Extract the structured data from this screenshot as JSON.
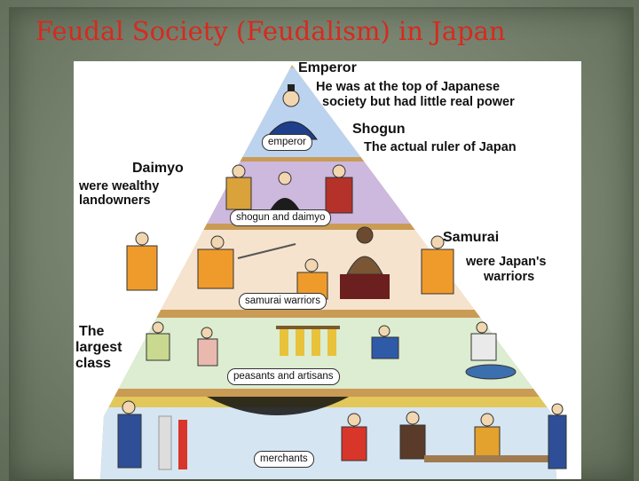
{
  "slide": {
    "title": "Feudal Society (Feudalism) in Japan"
  },
  "pyramid": {
    "tiers": [
      {
        "id": "emperor",
        "title": "Emperor",
        "description_lines": [
          "He was at the top of Japanese",
          "society but had little real power"
        ],
        "badge": "emperor",
        "color": "#bcd3ef"
      },
      {
        "id": "shogun",
        "title": "Shogun",
        "description_lines": [
          "The actual ruler of Japan"
        ]
      },
      {
        "id": "daimyo",
        "title": "Daimyo",
        "description_lines": [
          "were wealthy",
          "landowners"
        ],
        "badge": "shogun and daimyo",
        "color": "#cdb8de"
      },
      {
        "id": "samurai",
        "title": "Samurai",
        "description_lines": [
          "were Japan's",
          "warriors"
        ],
        "badge": "samurai warriors",
        "color": "#f6e3ce"
      },
      {
        "id": "peasants",
        "title": "",
        "description_lines": [
          "The",
          "largest",
          "class"
        ],
        "badge": "peasants and artisans",
        "color": "#dcedd1"
      },
      {
        "id": "merchants",
        "title": "",
        "description_lines": [],
        "badge": "merchants",
        "color": "#d6e5f2"
      }
    ]
  },
  "colors": {
    "title": "#d62a1f",
    "slide_background": "#77836f",
    "band_frame": "#d8b679"
  }
}
